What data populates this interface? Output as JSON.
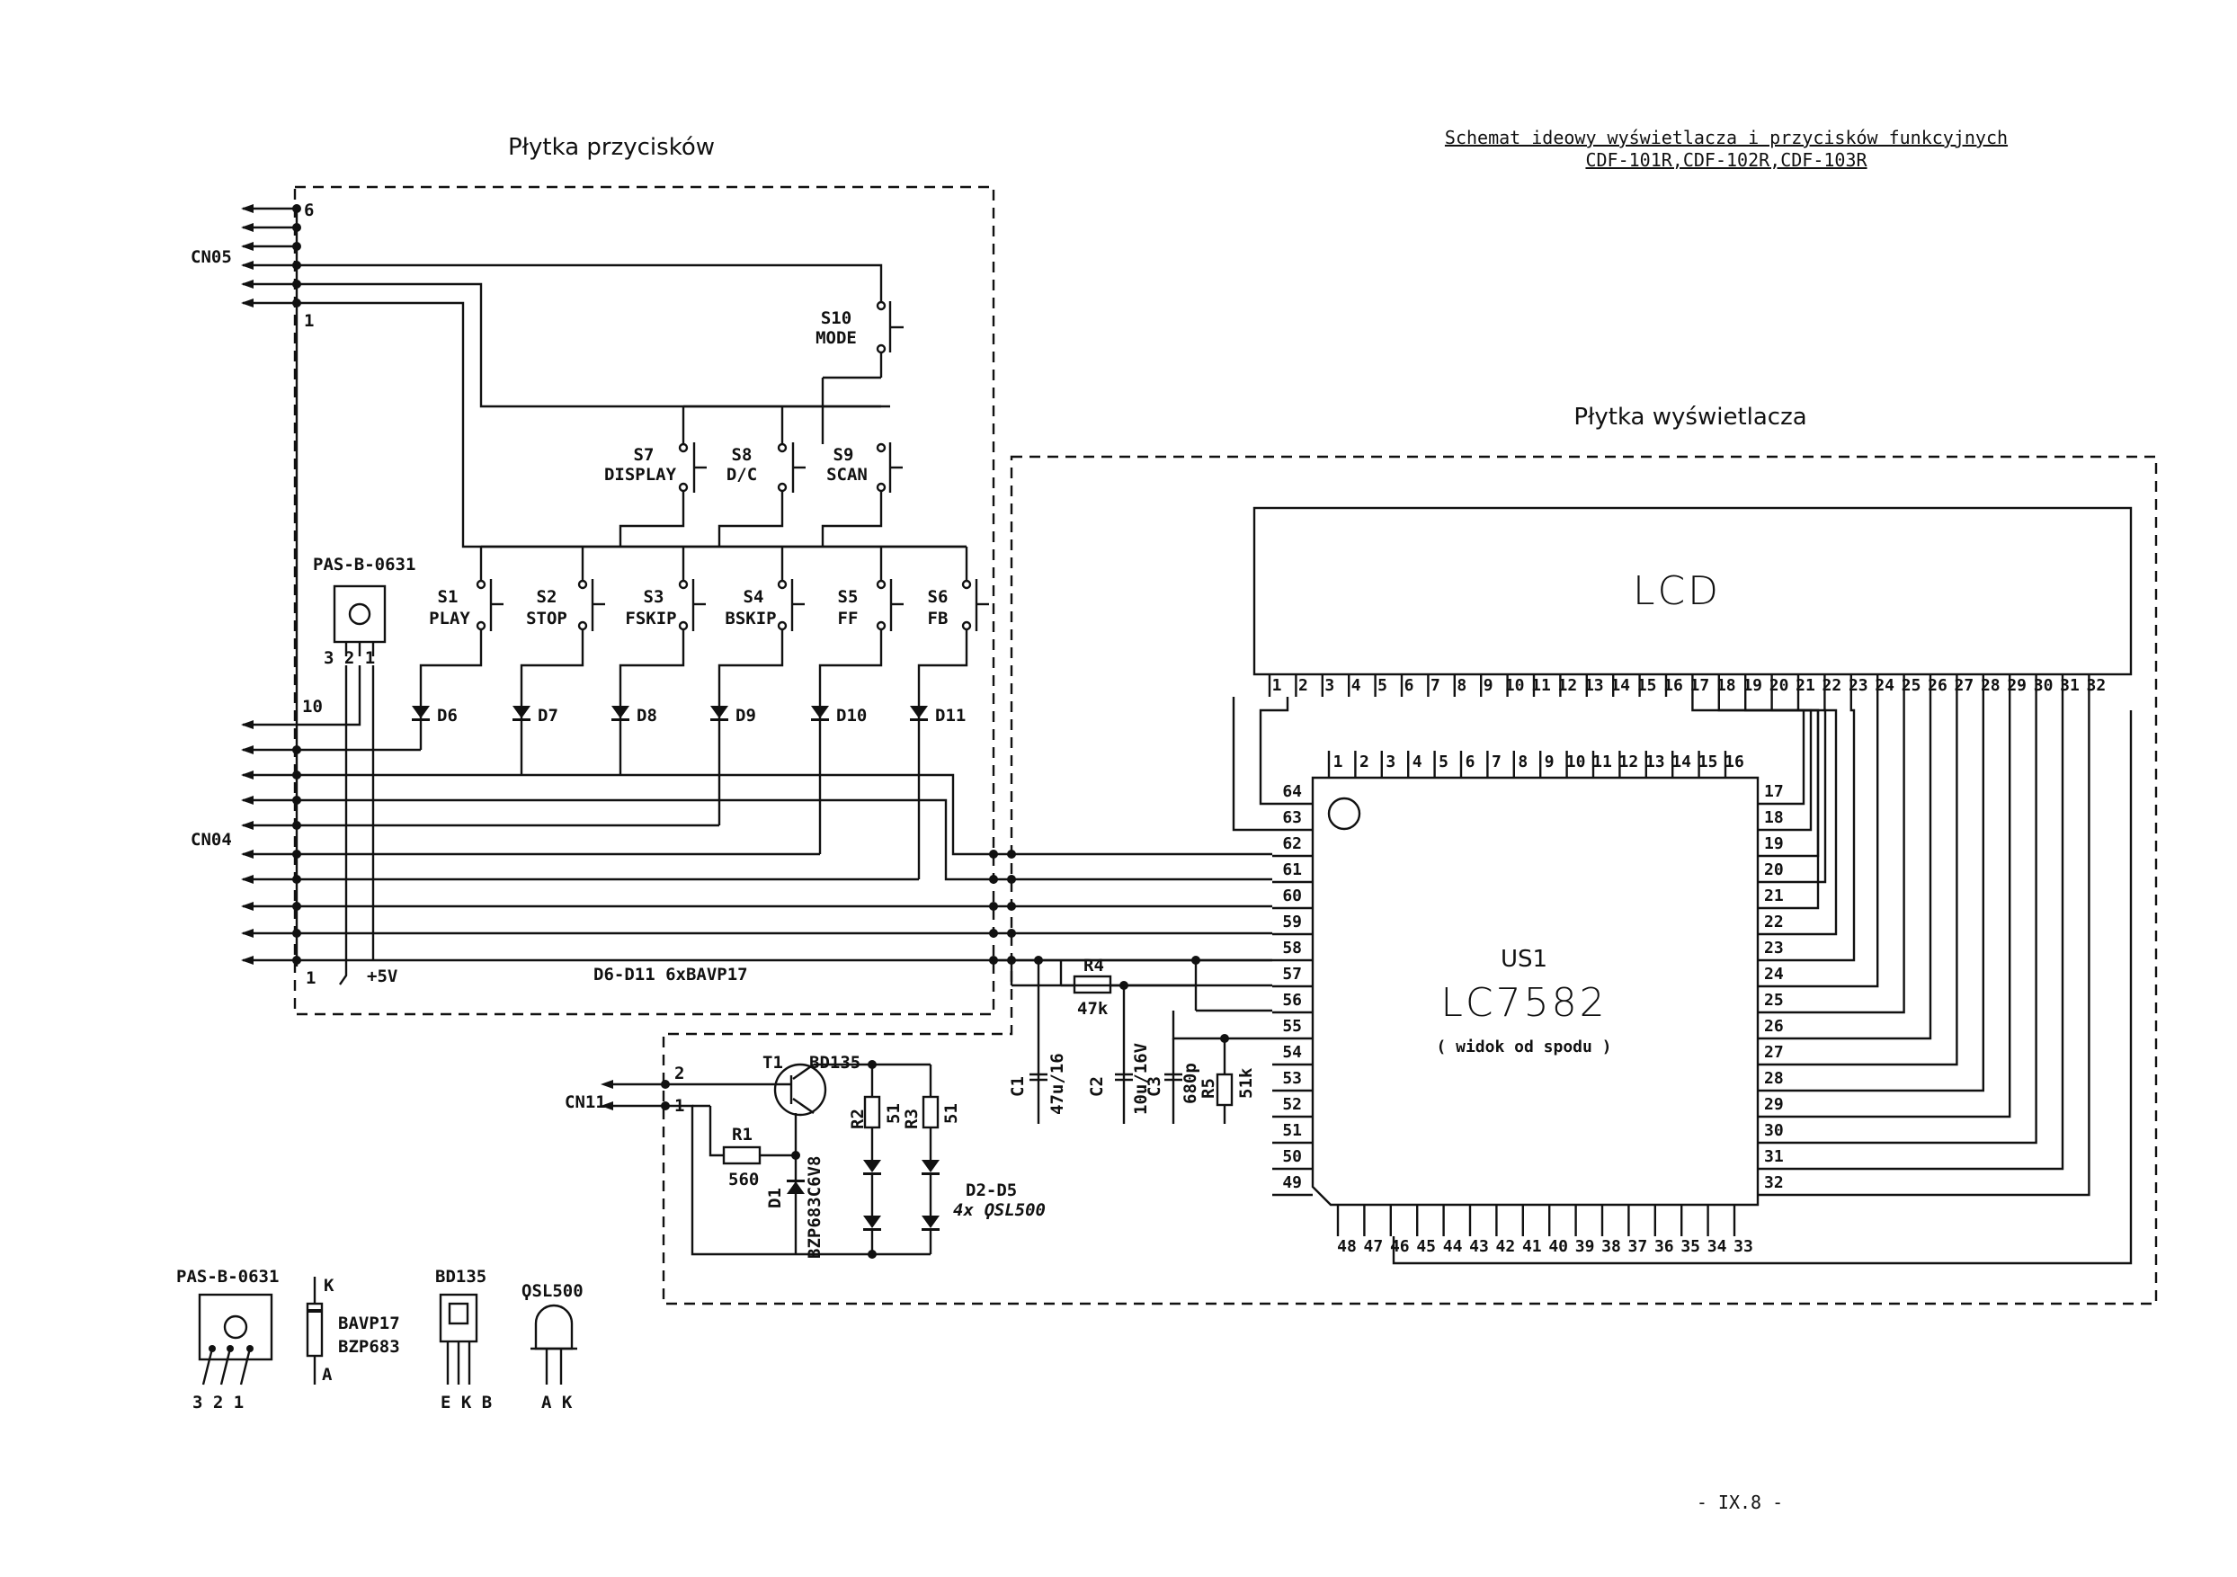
{
  "header": {
    "title_line1": "Schemat ideowy wyświetlacza i przycisków funkcyjnych",
    "title_line2": "CDF-101R,CDF-102R,CDF-103R"
  },
  "boards": {
    "buttons": "Płytka przycisków",
    "display": "Płytka wyświetlacza"
  },
  "connectors": {
    "cn05": "CN05",
    "cn05_pin_top": "6",
    "cn05_pin_bottom": "1",
    "cn04": "CN04",
    "cn04_pin_top": "10",
    "cn04_pin_bottom": "1",
    "cn11": "CN11",
    "cn11_pin2": "2",
    "cn11_pin1": "1"
  },
  "switches": [
    {
      "ref": "S10",
      "name": "MODE"
    },
    {
      "ref": "S7",
      "name": "DISPLAY"
    },
    {
      "ref": "S8",
      "name": "D/C"
    },
    {
      "ref": "S9",
      "name": "SCAN"
    },
    {
      "ref": "S1",
      "name": "PLAY"
    },
    {
      "ref": "S2",
      "name": "STOP"
    },
    {
      "ref": "S3",
      "name": "FSKIP"
    },
    {
      "ref": "S4",
      "name": "BSKIP"
    },
    {
      "ref": "S5",
      "name": "FF"
    },
    {
      "ref": "S6",
      "name": "FB"
    }
  ],
  "diodes": [
    "D6",
    "D7",
    "D8",
    "D9",
    "D10",
    "D11"
  ],
  "diodes_note": "D6-D11  6xBAVP17",
  "sensor": {
    "ref": "PAS-B-0631",
    "pins": "3 2 1"
  },
  "supply": "+5V",
  "lcd": {
    "label": "LCD",
    "pins_top": [
      "1",
      "2",
      "3",
      "4",
      "5",
      "6",
      "7",
      "8",
      "9",
      "10",
      "11",
      "12",
      "13",
      "14",
      "15",
      "16",
      "17",
      "18",
      "19",
      "20",
      "21",
      "22",
      "23",
      "24",
      "25",
      "26",
      "27",
      "28",
      "29",
      "30",
      "31",
      "32"
    ]
  },
  "ic": {
    "ref": "US1",
    "part": "LC7582",
    "note": "( widok od spodu )",
    "pins_top": [
      "1",
      "2",
      "3",
      "4",
      "5",
      "6",
      "7",
      "8",
      "9",
      "10",
      "11",
      "12",
      "13",
      "14",
      "15",
      "16"
    ],
    "pins_right": [
      "17",
      "18",
      "19",
      "20",
      "21",
      "22",
      "23",
      "24",
      "25",
      "26",
      "27",
      "28",
      "29",
      "30",
      "31",
      "32"
    ],
    "pins_left": [
      "64",
      "63",
      "62",
      "61",
      "60",
      "59",
      "58",
      "57",
      "56",
      "55",
      "54",
      "53",
      "52",
      "51",
      "50",
      "49"
    ],
    "pins_bottom": [
      "48",
      "47",
      "46",
      "45",
      "44",
      "43",
      "42",
      "41",
      "40",
      "39",
      "38",
      "37",
      "36",
      "35",
      "34",
      "33"
    ]
  },
  "passives": {
    "r4": "R4",
    "r4v": "47k",
    "c1": "C1",
    "c1v": "47u/16",
    "c2": "C2",
    "c2v": "10u/16V",
    "c3": "C3",
    "c3v": "680p",
    "r5": "R5",
    "r5v": "51k",
    "t1": "T1",
    "t1v": "BD135",
    "r1": "R1",
    "r1v": "560",
    "d1": "D1",
    "d1v": "BZP683C6V8",
    "r2": "R2",
    "r2v": "51",
    "r3": "R3",
    "r3v": "51",
    "leds": "D2-D5",
    "ledsv": "4x ϘSL500"
  },
  "legend": {
    "pas": "PAS-B-0631",
    "pas_pins": "3 2 1",
    "diode_k": "K",
    "diode_a": "A",
    "diode_types1": "BAVP17",
    "diode_types2": "BZP683",
    "bd": "BD135",
    "bd_pins": "E K B",
    "led": "ϘSL500",
    "led_pins": "A K"
  },
  "footer": {
    "page": "- IX.8 -"
  }
}
